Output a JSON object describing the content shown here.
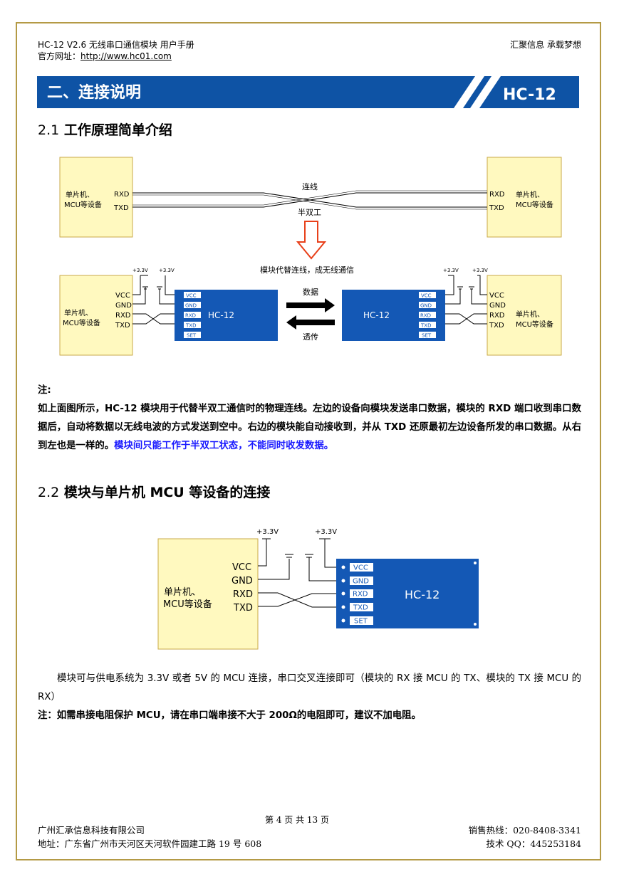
{
  "header": {
    "title": "HC-12 V2.6 无线串口通信模块 用户手册",
    "website_label": "官方网址：",
    "website_url": "http://www.hc01.com",
    "slogan": "汇聚信息 承载梦想"
  },
  "banner": {
    "section_title": "二、连接说明",
    "product": "HC-12"
  },
  "section_2_1": {
    "number": "2.1",
    "title": "工作原理简单介绍"
  },
  "diagram1": {
    "device_label_line1": "单片机、",
    "device_label_line2": "MCU等设备",
    "rxd": "RXD",
    "txd": "TXD",
    "wire_top": "连线",
    "wire_bottom": "半双工",
    "caption": "模块代替连线，成无线通信",
    "v33": "+3.3V",
    "vcc": "VCC",
    "gnd": "GND",
    "module_name": "HC-12",
    "pin_vcc": "VCC",
    "pin_gnd": "GND",
    "pin_rxd": "RXD",
    "pin_txd": "TXD",
    "pin_set": "SET",
    "arrow_top": "数据",
    "arrow_bottom": "透传"
  },
  "note1": {
    "label": "注:",
    "text": "如上面图所示，HC-12 模块用于代替半双工通信时的物理连线。左边的设备向模块发送串口数据，模块的 RXD 端口收到串口数据后，自动将数据以无线电波的方式发送到空中。右边的模块能自动接收到，并从 TXD 还原最初左边设备所发的串口数据。从右到左也是一样的。",
    "highlight": "模块间只能工作于半双工状态，不能同时收发数据。"
  },
  "section_2_2": {
    "number": "2.2",
    "title": "模块与单片机 MCU 等设备的连接"
  },
  "diagram2": {
    "device_label_line1": "单片机、",
    "device_label_line2": "MCU等设备",
    "v33": "+3.3V",
    "vcc": "VCC",
    "gnd": "GND",
    "rxd": "RXD",
    "txd": "TXD",
    "module_name": "HC-12",
    "pin_vcc": "VCC",
    "pin_gnd": "GND",
    "pin_rxd": "RXD",
    "pin_txd": "TXD",
    "pin_set": "SET"
  },
  "body_text": "模块可与供电系统为 3.3V 或者 5V 的 MCU 连接，串口交叉连接即可（模块的 RX 接 MCU 的 TX、模块的 TX 接 MCU 的 RX）",
  "note2": "注：如需串接电阻保护 MCU，请在串口端串接不大于 200Ω的电阻即可，建议不加电阻。",
  "footer": {
    "page": "第 4 页 共 13 页",
    "company": "广州汇承信息科技有限公司",
    "address": "地址：广东省广州市天河区天河软件园建工路 19 号 608",
    "sales": "销售热线：020-8408-3341",
    "qq": "技术 QQ：445253184"
  },
  "colors": {
    "banner_blue": "#0e53a5",
    "module_blue": "#1458b5",
    "device_fill": "#fff9bf",
    "device_border": "#c9a94a",
    "frame": "#b49a45",
    "highlight_blue": "#1a1aff",
    "arrow_orange": "#e8401a"
  }
}
